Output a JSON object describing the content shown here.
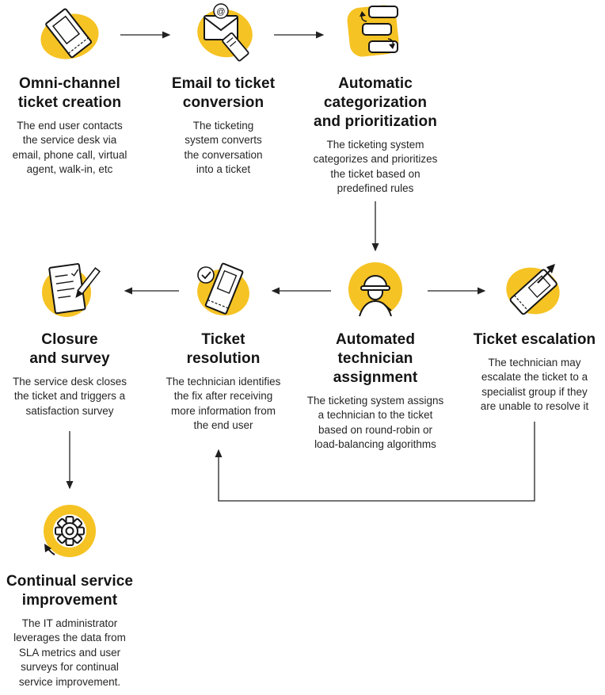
{
  "colors": {
    "accent": "#F6C324",
    "line": "#222222",
    "title_text": "#141414",
    "body_text": "#262626",
    "background": "#FFFFFF"
  },
  "steps": [
    {
      "id": "omni-channel-ticket-creation",
      "icon": "ticket-icon",
      "title": "Omni-channel\nticket creation",
      "desc": "The end user contacts\nthe service desk via\nemail, phone call, virtual\nagent, walk-in, etc"
    },
    {
      "id": "email-to-ticket-conversion",
      "icon": "email-ticket-icon",
      "title": "Email to ticket\nconversion",
      "desc": "The ticketing\nsystem converts\nthe conversation\ninto a ticket"
    },
    {
      "id": "automatic-categorization-and-prioritization",
      "icon": "categorization-icon",
      "title": "Automatic\ncategorization\nand prioritization",
      "desc": "The ticketing system\ncategorizes and prioritizes\nthe ticket based on\npredefined rules"
    },
    {
      "id": "automated-technician-assignment",
      "icon": "technician-icon",
      "title": "Automated\ntechnician\nassignment",
      "desc": "The ticketing system assigns\na technician to the ticket\nbased on round-robin or\nload-balancing algorithms"
    },
    {
      "id": "ticket-escalation",
      "icon": "escalation-ticket-icon",
      "title": "Ticket escalation",
      "desc": "The technician may\nescalate the ticket to a\nspecialist group if they\nare unable to resolve it"
    },
    {
      "id": "ticket-resolution",
      "icon": "resolution-ticket-icon",
      "title": "Ticket\nresolution",
      "desc": "The technician identifies\nthe fix after receiving\nmore information from\nthe end user"
    },
    {
      "id": "closure-and-survey",
      "icon": "survey-icon",
      "title": "Closure\nand survey",
      "desc": "The service desk closes\nthe ticket and triggers a\nsatisfaction survey"
    },
    {
      "id": "continual-service-improvement",
      "icon": "gear-icon",
      "title": "Continual service\nimprovement",
      "desc": "The IT administrator\nleverages the data from\nSLA metrics and user\nsurveys for continual\nservice improvement."
    }
  ],
  "connections": [
    {
      "from": "omni-channel-ticket-creation",
      "to": "email-to-ticket-conversion"
    },
    {
      "from": "email-to-ticket-conversion",
      "to": "automatic-categorization-and-prioritization"
    },
    {
      "from": "automatic-categorization-and-prioritization",
      "to": "automated-technician-assignment"
    },
    {
      "from": "automated-technician-assignment",
      "to": "ticket-escalation"
    },
    {
      "from": "automated-technician-assignment",
      "to": "ticket-resolution"
    },
    {
      "from": "ticket-escalation",
      "to": "ticket-resolution"
    },
    {
      "from": "ticket-resolution",
      "to": "closure-and-survey"
    },
    {
      "from": "closure-and-survey",
      "to": "continual-service-improvement"
    }
  ]
}
